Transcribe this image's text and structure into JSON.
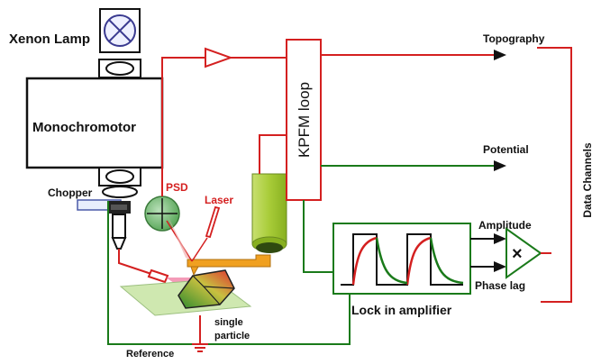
{
  "labels": {
    "xenon_lamp": "Xenon Lamp",
    "monochromator": "Monochromotor",
    "chopper": "Chopper",
    "psd": "PSD",
    "laser": "Laser",
    "kpfm_loop": "KPFM loop",
    "topography": "Topography",
    "potential": "Potential",
    "amplitude": "Amplitude",
    "phase_lag": "Phase lag",
    "multiply_symbol": "×",
    "lock_in_amplifier": "Lock in amplifier",
    "data_channels": "Data Channels",
    "single": "single",
    "particle": "particle",
    "reference": "Reference"
  },
  "colors": {
    "red_line": "#d42020",
    "green_line": "#1a7a1a",
    "dark_line": "#111111",
    "cantilever_orange": "#f0a020",
    "objective_green": "#b8d848",
    "psd_green": "#7cc07c",
    "sample_plate": "#cfe8b0",
    "particle_gradient_start": "#2e8b2e",
    "particle_gradient_end": "#e03030"
  }
}
